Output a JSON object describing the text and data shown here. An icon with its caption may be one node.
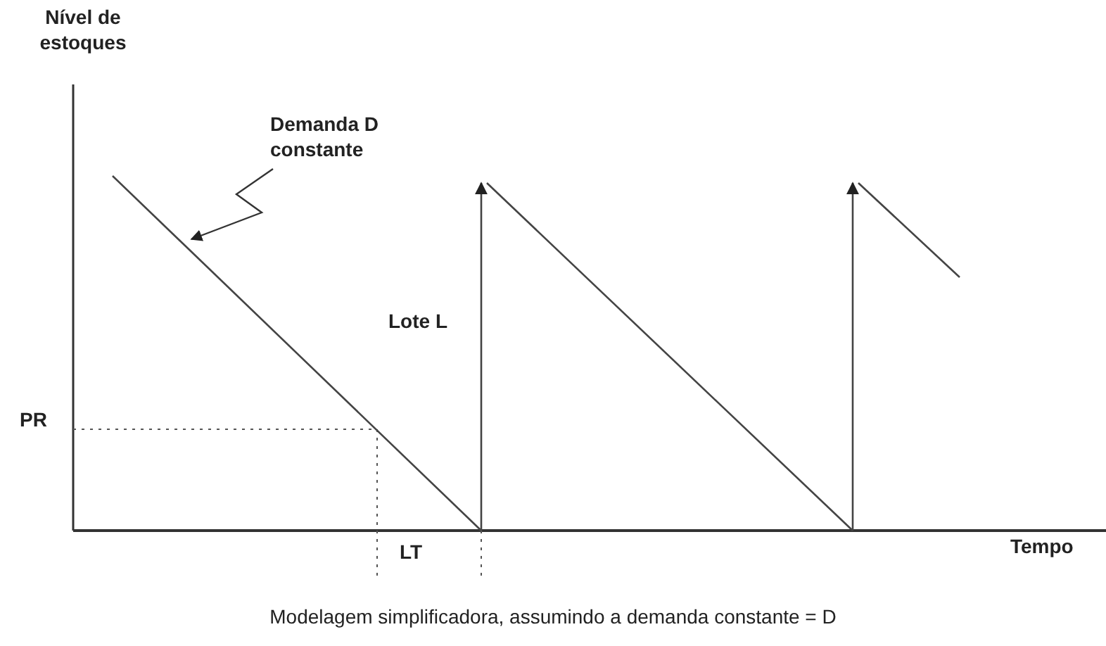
{
  "diagram": {
    "caption": "Modelagem simplificadora, assumindo a demanda constante = D",
    "nodes": [
      {
        "text": [
          "Demanda D constante"
        ]
      },
      {
        "text": [],
        "shape": "line"
      }
    ],
    "edges": [
      {
        "from": 0,
        "to": 1,
        "arrow": "to"
      }
    ],
    "labels": [
      "Nível de estoques",
      "Lote L",
      "PR",
      "LT",
      "Tempo"
    ]
  }
}
